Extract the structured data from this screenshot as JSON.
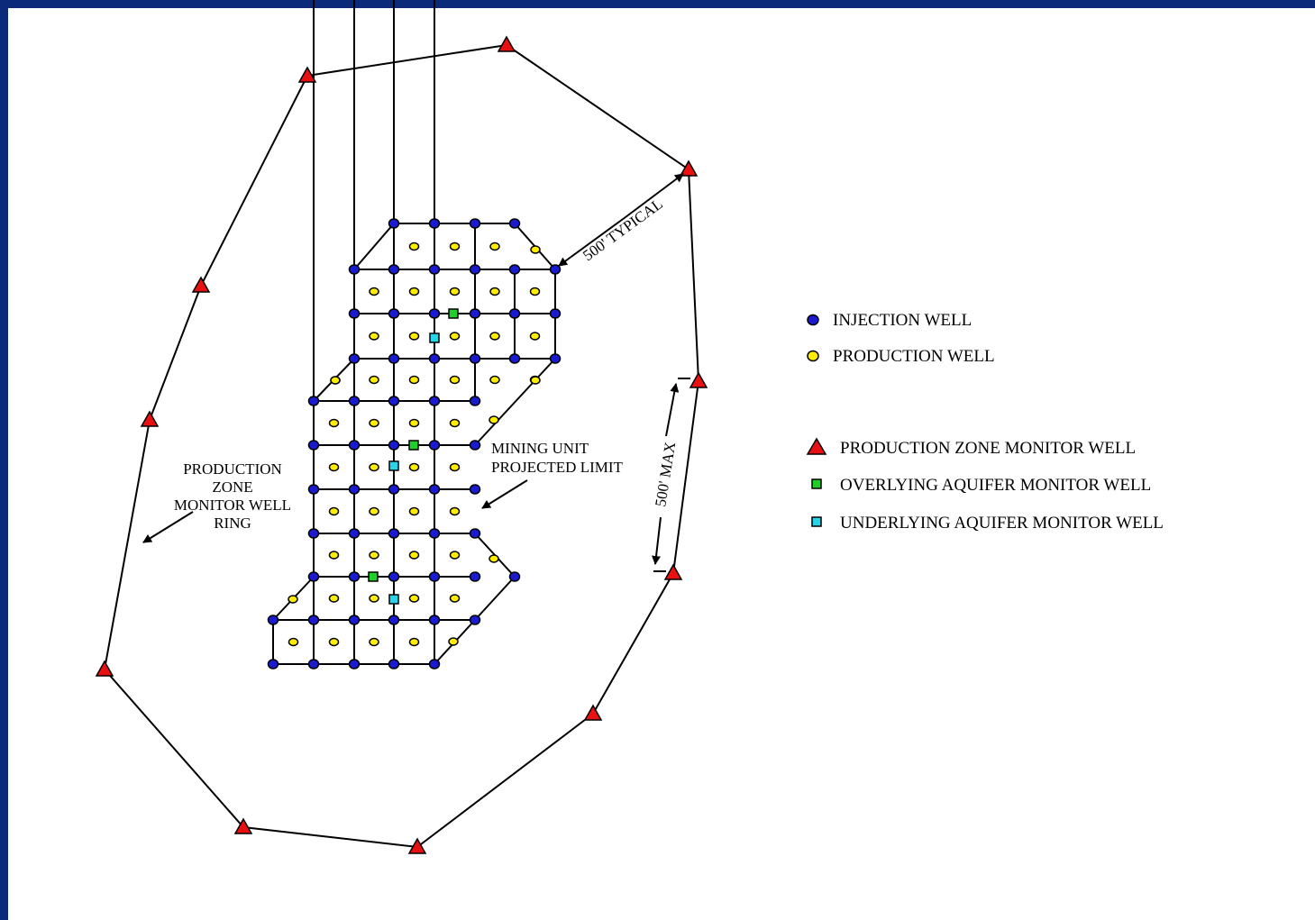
{
  "annotations": {
    "typical_spacing": "500' TYPICAL",
    "max_spacing": "500' MAX",
    "mining_unit_line1": "MINING UNIT",
    "mining_unit_line2": "PROJECTED LIMIT",
    "ring_line1": "PRODUCTION",
    "ring_line2": "ZONE",
    "ring_line3": "MONITOR WELL",
    "ring_line4": "RING"
  },
  "legend": {
    "injection_well": "INJECTION WELL",
    "production_well": "PRODUCTION WELL",
    "production_zone_monitor_well": "PRODUCTION ZONE MONITOR WELL",
    "overlying_aquifer_monitor_well": "OVERLYING AQUIFER MONITOR WELL",
    "underlying_aquifer_monitor_well": "UNDERLYING AQUIFER MONITOR WELL"
  },
  "colors": {
    "background_border": "#0b2a7a",
    "injection_well": "#1a1ad0",
    "production_well": "#ffee00",
    "production_zone_monitor_well": "#e81010",
    "overlying_aquifer_monitor_well": "#1ecf2a",
    "underlying_aquifer_monitor_well": "#27d4e8"
  },
  "symbols": {
    "injection_well": "filled-circle-icon",
    "production_well": "filled-circle-icon",
    "production_zone_monitor_well": "triangle-icon",
    "overlying_aquifer_monitor_well": "square-icon",
    "underlying_aquifer_monitor_well": "square-icon"
  }
}
